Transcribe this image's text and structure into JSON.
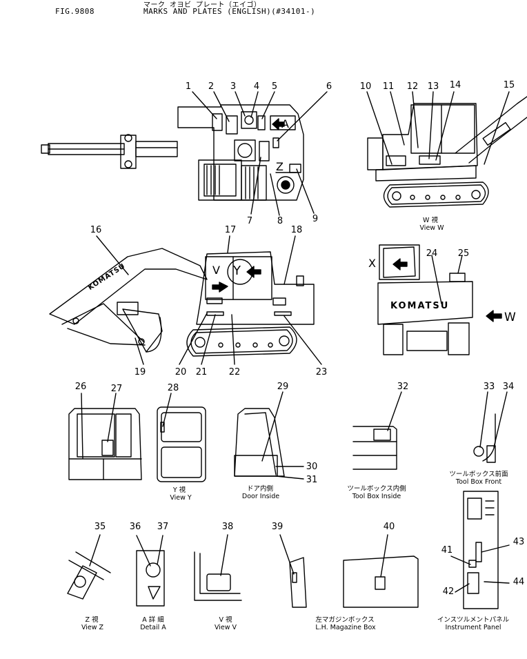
{
  "header": {
    "jp_line": "マーク オヨビ プレート（エイゴ）",
    "fig": "FIG.9808",
    "title": "MARKS AND PLATES (ENGLISH)(#34101-)"
  },
  "part_numbers": [
    "1",
    "2",
    "3",
    "4",
    "5",
    "6",
    "7",
    "8",
    "9",
    "10",
    "11",
    "12",
    "13",
    "14",
    "15",
    "16",
    "17",
    "18",
    "19",
    "20",
    "21",
    "22",
    "23",
    "24",
    "25",
    "26",
    "27",
    "28",
    "29",
    "30",
    "31",
    "32",
    "33",
    "34",
    "35",
    "36",
    "37",
    "38",
    "39",
    "40",
    "41",
    "42",
    "43",
    "44"
  ],
  "view_letters": {
    "A": "A",
    "Z": "Z",
    "V": "V",
    "Y": "Y",
    "X": "X",
    "W": "W"
  },
  "brand": "KOMATSU",
  "captions": {
    "view_w_jp": "W 視",
    "view_w": "View W",
    "view_y_jp": "Y 視",
    "view_y": "View Y",
    "door_jp": "ドア内側",
    "door": "Door Inside",
    "toolbox_in_jp": "ツールボックス内側",
    "toolbox_in": "Tool Box Inside",
    "toolbox_front_jp": "ツールボックス前面",
    "toolbox_front": "Tool Box Front",
    "view_z_jp": "Z 視",
    "view_z": "View Z",
    "detail_a_jp": "A 詳 細",
    "detail_a": "Detail A",
    "view_v_jp": "V 視",
    "view_v": "View V",
    "magazine_jp": "左マガジンボックス",
    "magazine": "L.H. Magazine Box",
    "panel_jp": "インスツルメントパネル",
    "panel": "Instrument Panel"
  }
}
